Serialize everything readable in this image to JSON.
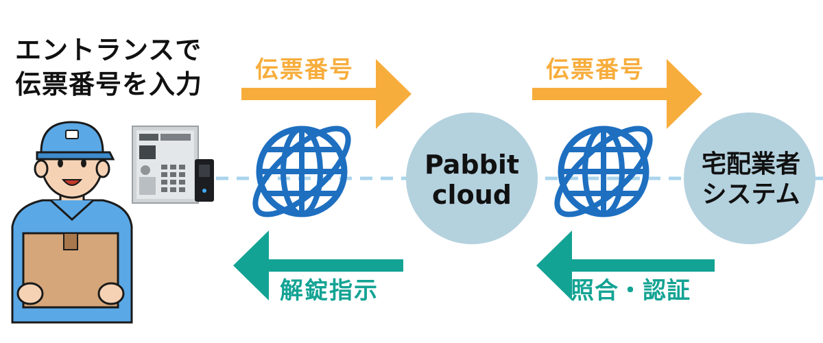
{
  "heading": {
    "line1": "エントランスで",
    "line2": "伝票番号を入力"
  },
  "arrows": {
    "top_left_label": "伝票番号",
    "top_right_label": "伝票番号",
    "bottom_left_label": "解錠指示",
    "bottom_right_label": "照合・認証"
  },
  "nodes": {
    "cloud": {
      "line1": "Pabbit",
      "line2": "cloud"
    },
    "delivery": {
      "line1": "宅配業者",
      "line2": "システム"
    }
  },
  "colors": {
    "orange": "#f7ad3c",
    "teal": "#13a394",
    "circle": "#b4d1de",
    "globe": "#1e6fc0",
    "dash": "#a9d4ec"
  },
  "icons": [
    "delivery-worker-icon",
    "intercom-panel-icon",
    "globe-icon"
  ]
}
